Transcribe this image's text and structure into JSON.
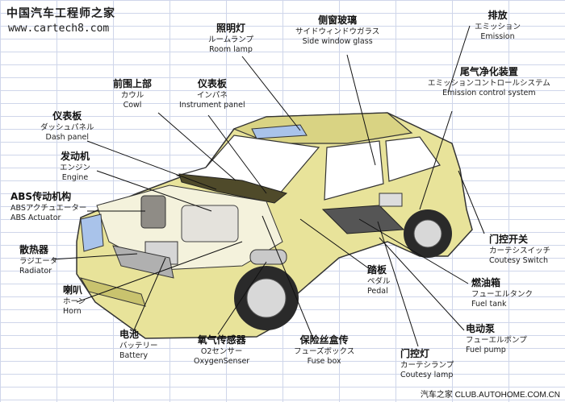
{
  "watermark": {
    "site_title": "中国汽车工程师之家",
    "site_url": "www.cartech8.com",
    "footer": "汽车之家 CLUB.AUTOHOME.COM.CN"
  },
  "labels": {
    "room_lamp": {
      "zh": "照明灯",
      "ja": "ルームランプ",
      "en": "Room lamp"
    },
    "side_window": {
      "zh": "侧窗玻璃",
      "ja": "サイドウィンドウガラス",
      "en": "Side window glass"
    },
    "emission": {
      "zh": "排放",
      "ja": "エミッション",
      "en": "Emission"
    },
    "emission_control": {
      "zh": "尾气净化装置",
      "ja": "エミッションコントロールシステム",
      "en": "Emission control system"
    },
    "cowl": {
      "zh": "前围上部",
      "ja": "カウル",
      "en": "Cowl"
    },
    "instrument_panel": {
      "zh": "仪表板",
      "ja": "インパネ",
      "en": "Instrument panel"
    },
    "dash_panel": {
      "zh": "仪表板",
      "ja": "ダッシュパネル",
      "en": "Dash panel"
    },
    "engine": {
      "zh": "发动机",
      "ja": "エンジン",
      "en": "Engine"
    },
    "abs_actuator": {
      "zh": "ABS传动机构",
      "ja": "ABSアクチュエーター",
      "en": "ABS Actuator"
    },
    "radiator": {
      "zh": "散热器",
      "ja": "ラジエータ",
      "en": "Radiator"
    },
    "horn": {
      "zh": "喇叭",
      "ja": "ホーン",
      "en": "Horn"
    },
    "battery": {
      "zh": "电池",
      "ja": "バッテリー",
      "en": "Battery"
    },
    "o2_sensor": {
      "zh": "氧气传感器",
      "ja": "O2センサー",
      "en": "OxygenSenser"
    },
    "fuse_box": {
      "zh": "保险丝盒传",
      "ja": "フューズボックス",
      "en": "Fuse box"
    },
    "pedal": {
      "zh": "踏板",
      "ja": "ペダル",
      "en": "Pedal"
    },
    "courtesy_lamp": {
      "zh": "门控灯",
      "ja": "カーテシランプ",
      "en": "Coutesy lamp"
    },
    "courtesy_switch": {
      "zh": "门控开关",
      "ja": "カーテシスイッチ",
      "en": "Coutesy Switch"
    },
    "fuel_tank": {
      "zh": "燃油箱",
      "ja": "フューエルタンク",
      "en": "Fuel tank"
    },
    "fuel_pump": {
      "zh": "电动泵",
      "ja": "フューエルポンプ",
      "en": "Fuel pump"
    }
  },
  "colors": {
    "body": "#e8e39a",
    "body_shade": "#c9c36e",
    "glass": "#ffffff",
    "lamp_blue": "#a9c3ea",
    "leader": "#111111"
  }
}
